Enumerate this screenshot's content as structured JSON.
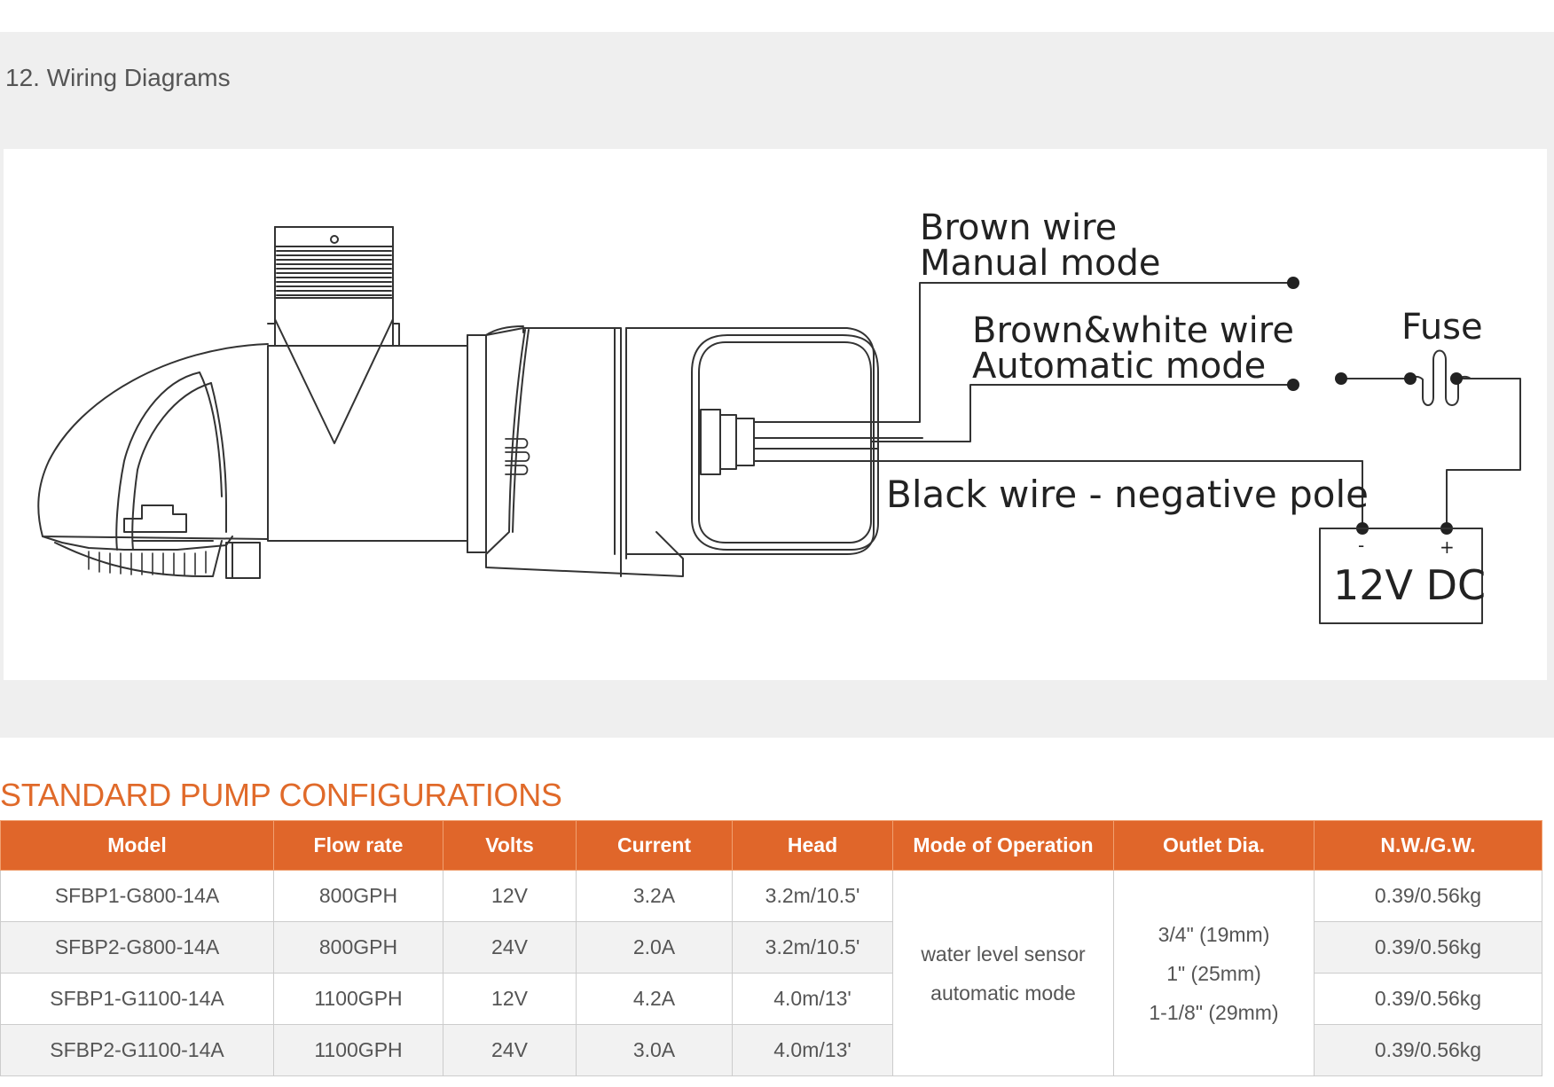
{
  "section": {
    "heading": "12. Wiring Diagrams"
  },
  "diagram": {
    "brown_wire": "Brown wire",
    "manual_mode": "Manual mode",
    "brown_white_wire": "Brown&white wire",
    "automatic_mode": "Automatic mode",
    "fuse": "Fuse",
    "black_wire": "Black wire - negative pole",
    "neg_sign": "-",
    "pos_sign": "+",
    "battery": "12V DC"
  },
  "configurations": {
    "title": "STANDARD PUMP CONFIGURATIONS",
    "columns": [
      "Model",
      "Flow rate",
      "Volts",
      "Current",
      "Head",
      "Mode of Operation",
      "Outlet Dia.",
      "N.W./G.W."
    ],
    "rows": [
      {
        "model": "SFBP1-G800-14A",
        "flow": "800GPH",
        "volts": "12V",
        "current": "3.2A",
        "head": "3.2m/10.5'",
        "weight": "0.39/0.56kg"
      },
      {
        "model": "SFBP2-G800-14A",
        "flow": "800GPH",
        "volts": "24V",
        "current": "2.0A",
        "head": "3.2m/10.5'",
        "weight": "0.39/0.56kg"
      },
      {
        "model": "SFBP1-G1100-14A",
        "flow": "1100GPH",
        "volts": "12V",
        "current": "4.2A",
        "head": "4.0m/13'",
        "weight": "0.39/0.56kg"
      },
      {
        "model": "SFBP2-G1100-14A",
        "flow": "1100GPH",
        "volts": "24V",
        "current": "3.0A",
        "head": "4.0m/13'",
        "weight": "0.39/0.56kg"
      }
    ],
    "mode_of_operation": [
      "water level sensor",
      "automatic mode"
    ],
    "outlet_dia": [
      "3/4\" (19mm)",
      "1\" (25mm)",
      "1-1/8\" (29mm)"
    ]
  }
}
